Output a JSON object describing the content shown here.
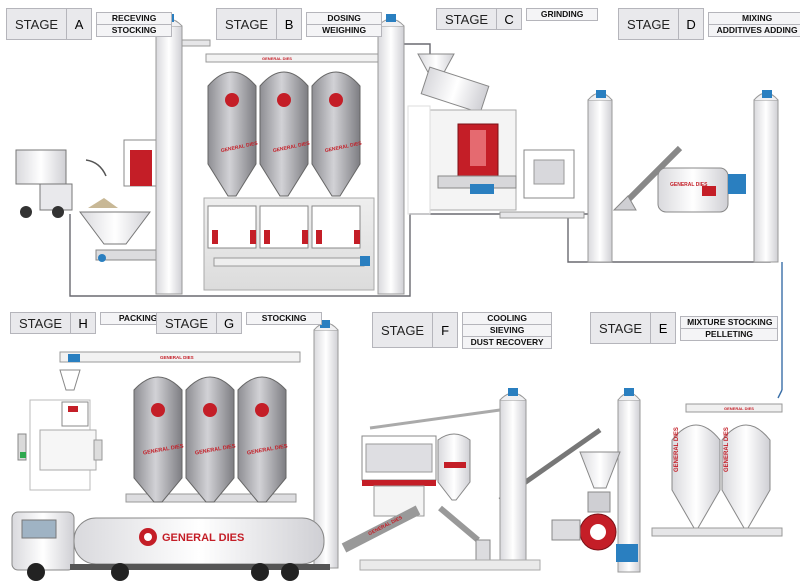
{
  "stage_word": "STAGE",
  "stages": [
    {
      "letter": "A",
      "lines": [
        "RECEVING",
        "STOCKING"
      ]
    },
    {
      "letter": "B",
      "lines": [
        "DOSING",
        "WEIGHING"
      ]
    },
    {
      "letter": "C",
      "lines": [
        "GRINDING"
      ]
    },
    {
      "letter": "D",
      "lines": [
        "MIXING",
        "ADDITIVES ADDING"
      ]
    },
    {
      "letter": "H",
      "lines": [
        "PACKING"
      ]
    },
    {
      "letter": "G",
      "lines": [
        "STOCKING"
      ]
    },
    {
      "letter": "F",
      "lines": [
        "COOLING",
        "SIEVING",
        "DUST RECOVERY"
      ]
    },
    {
      "letter": "E",
      "lines": [
        "MIXTURE STOCKING",
        "PELLETING"
      ]
    }
  ],
  "brand": {
    "name": "GENERAL DIES",
    "primary_color": "#d6202a",
    "accent_color": "#2a7fc0",
    "silo_color": "#a8a8ac",
    "frame_color": "#f2f2f2"
  }
}
